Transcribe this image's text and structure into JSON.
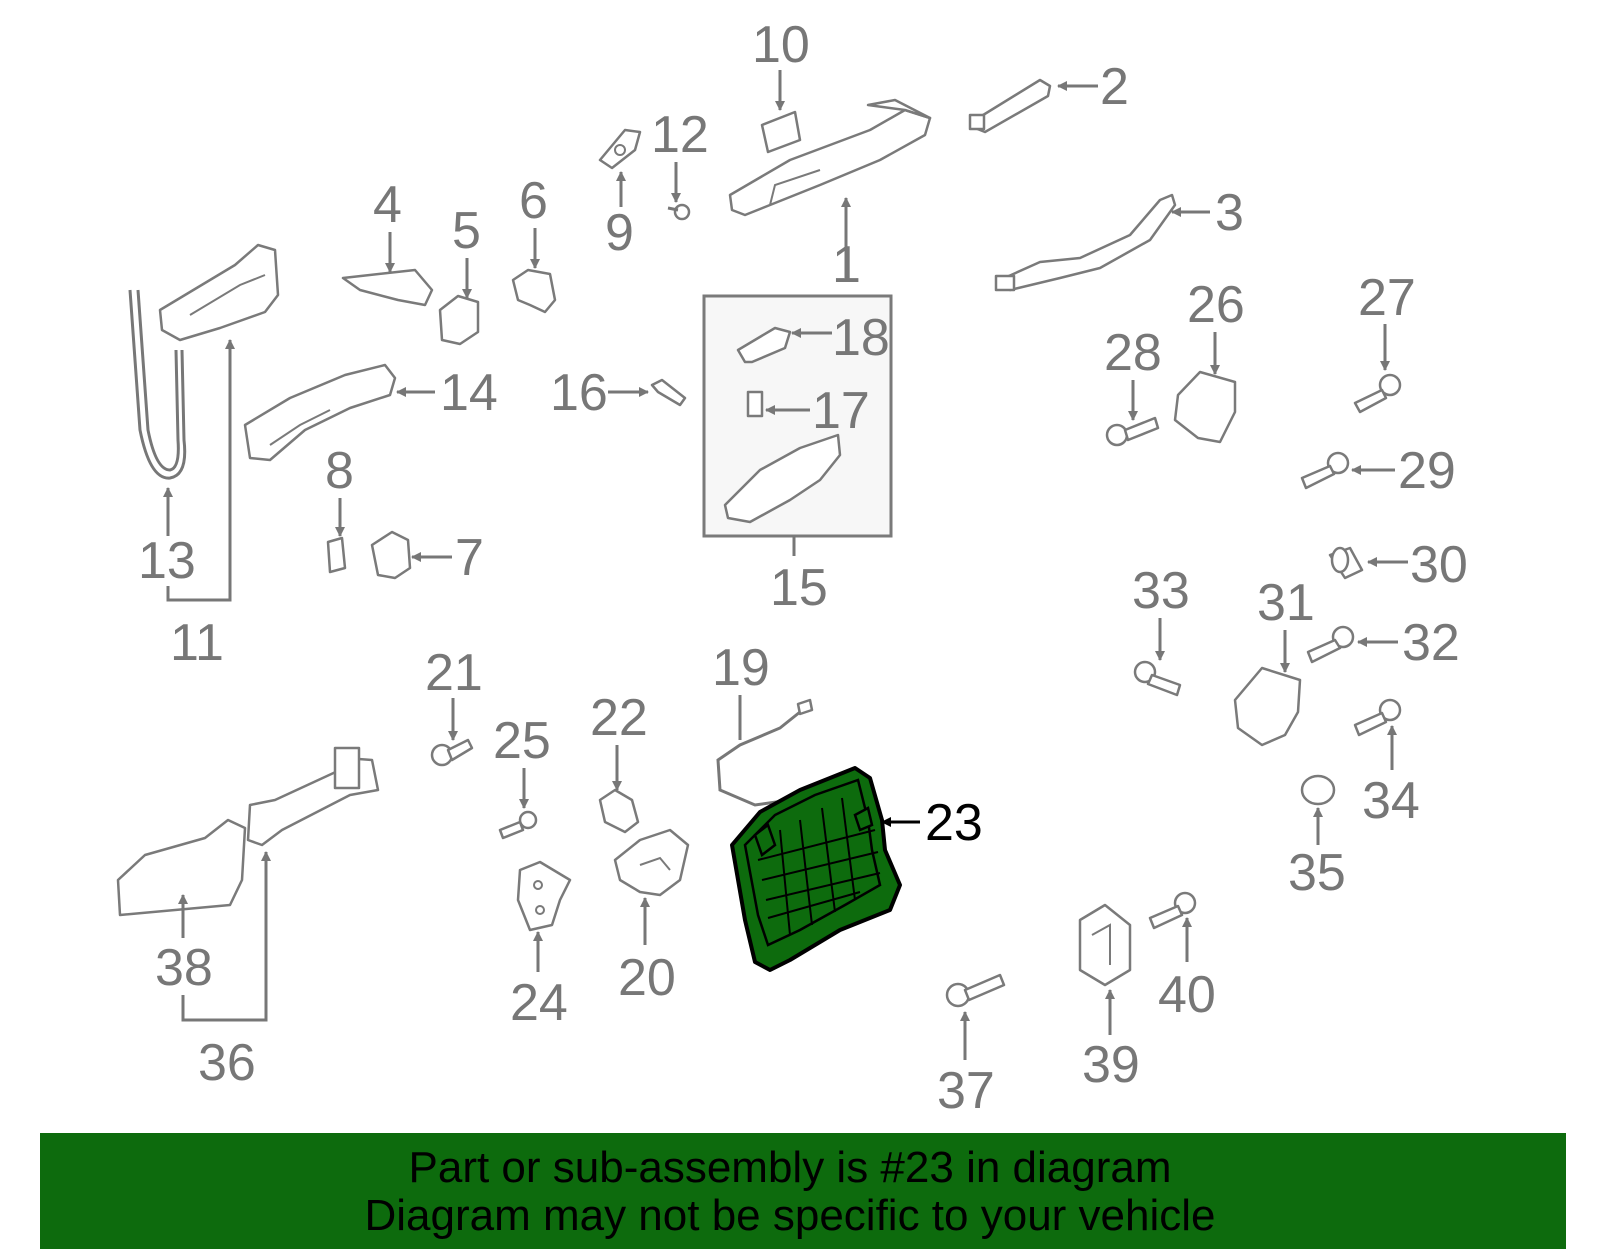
{
  "diagram": {
    "callouts": [
      "1",
      "2",
      "3",
      "4",
      "5",
      "6",
      "7",
      "8",
      "9",
      "10",
      "11",
      "12",
      "13",
      "14",
      "15",
      "16",
      "17",
      "18",
      "19",
      "20",
      "21",
      "22",
      "23",
      "24",
      "25",
      "26",
      "27",
      "28",
      "29",
      "30",
      "31",
      "32",
      "33",
      "34",
      "35",
      "36",
      "37",
      "38",
      "39",
      "40"
    ],
    "highlighted_part": "23",
    "colors": {
      "highlight_fill": "#0d6b0d",
      "banner_bg": "#0d6b0d",
      "line_gray": "#777777"
    }
  },
  "banner": {
    "line1": "Part or sub-assembly is #23 in diagram",
    "line2": "Diagram may not be specific to your vehicle"
  }
}
